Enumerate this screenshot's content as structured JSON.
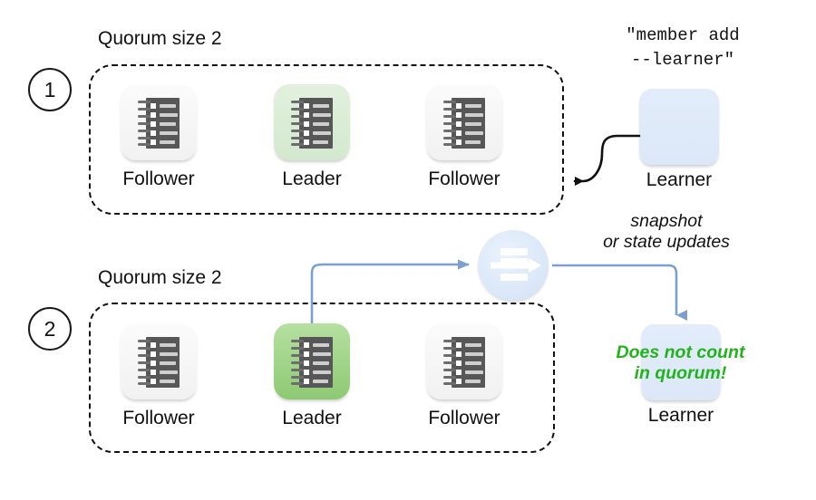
{
  "figure": {
    "title": "etcd learner member diagram",
    "colors": {
      "leader_soft": "#d8ecd2",
      "leader_strong": "#9ed182",
      "learner_blue": "#dce8f8",
      "arrow_blue": "#7d9fd0",
      "green_text": "#21b31b",
      "dash_black": "#111111"
    }
  },
  "steps": [
    {
      "number": "1",
      "caption": "Quorum size 2",
      "nodes": [
        {
          "label": "Follower",
          "role": "follower",
          "icon": "server-notepad-icon"
        },
        {
          "label": "Leader",
          "role": "leader",
          "icon": "server-notepad-icon"
        },
        {
          "label": "Follower",
          "role": "follower",
          "icon": "server-notepad-icon"
        }
      ]
    },
    {
      "number": "2",
      "caption": "Quorum size 2",
      "nodes": [
        {
          "label": "Follower",
          "role": "follower",
          "icon": "server-notepad-icon"
        },
        {
          "label": "Leader",
          "role": "leader",
          "icon": "server-notepad-icon"
        },
        {
          "label": "Follower",
          "role": "follower",
          "icon": "server-notepad-icon"
        }
      ]
    }
  ],
  "command": {
    "line1": "\"member add",
    "line2": "--learner\""
  },
  "learners": [
    {
      "label": "Learner"
    },
    {
      "label": "Learner"
    }
  ],
  "annotations": {
    "snapshot_line1": "snapshot",
    "snapshot_line2": "or state updates",
    "quorum_note_line1": "Does not count",
    "quorum_note_line2": "in quorum!"
  },
  "icons": {
    "sync": "document-transfer-icon",
    "join_arrow": "curved-arrow-icon",
    "replicate_arrow": "arrow-right-icon",
    "deliver_arrow": "arrow-down-icon"
  }
}
